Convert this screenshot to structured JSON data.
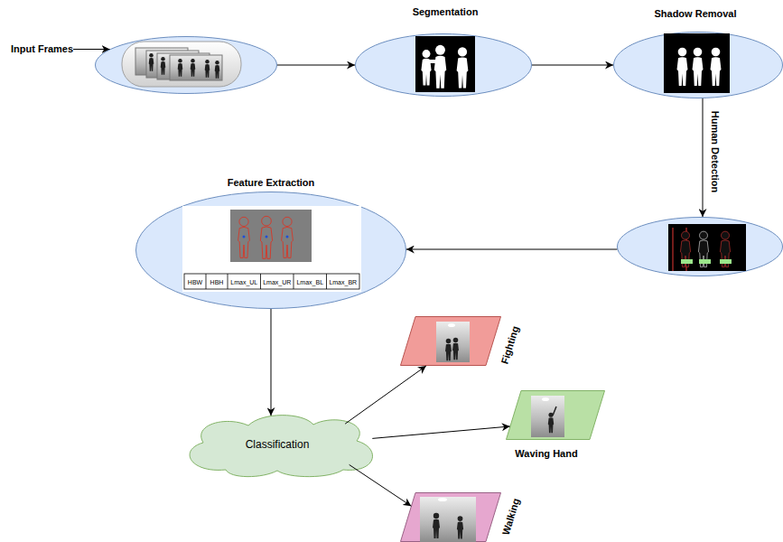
{
  "diagram": {
    "nodes": [
      {
        "text": [
          "Input Frames"
        ]
      },
      {
        "text": []
      },
      {
        "text": [
          "Segmentation"
        ]
      },
      {
        "text": [
          "Shadow Removal"
        ]
      },
      {
        "text": []
      },
      {
        "text": [
          "Feature Extraction"
        ]
      },
      {
        "text": [
          "Classification"
        ]
      },
      {
        "text": [
          "Fighting"
        ]
      },
      {
        "text": [
          "Waving Hand"
        ]
      },
      {
        "text": [
          "Walking"
        ]
      }
    ],
    "edges": [
      {
        "from": 0,
        "to": 1,
        "arrow": "to"
      },
      {
        "from": 1,
        "to": 2,
        "arrow": "to"
      },
      {
        "from": 2,
        "to": 3,
        "arrow": "to"
      },
      {
        "from": 3,
        "to": 4,
        "arrow": "to",
        "label": "Human Detection"
      },
      {
        "from": 4,
        "to": 5,
        "arrow": "to"
      },
      {
        "from": 5,
        "to": 6,
        "arrow": "to"
      },
      {
        "from": 6,
        "to": 7,
        "arrow": "to"
      },
      {
        "from": 6,
        "to": 8,
        "arrow": "to"
      },
      {
        "from": 6,
        "to": 9,
        "arrow": "to"
      }
    ],
    "labels": [
      "HBW",
      "HBH",
      "Lmax_UL",
      "Lmax_UR",
      "Lmax_BL",
      "Lmax_BR"
    ]
  }
}
